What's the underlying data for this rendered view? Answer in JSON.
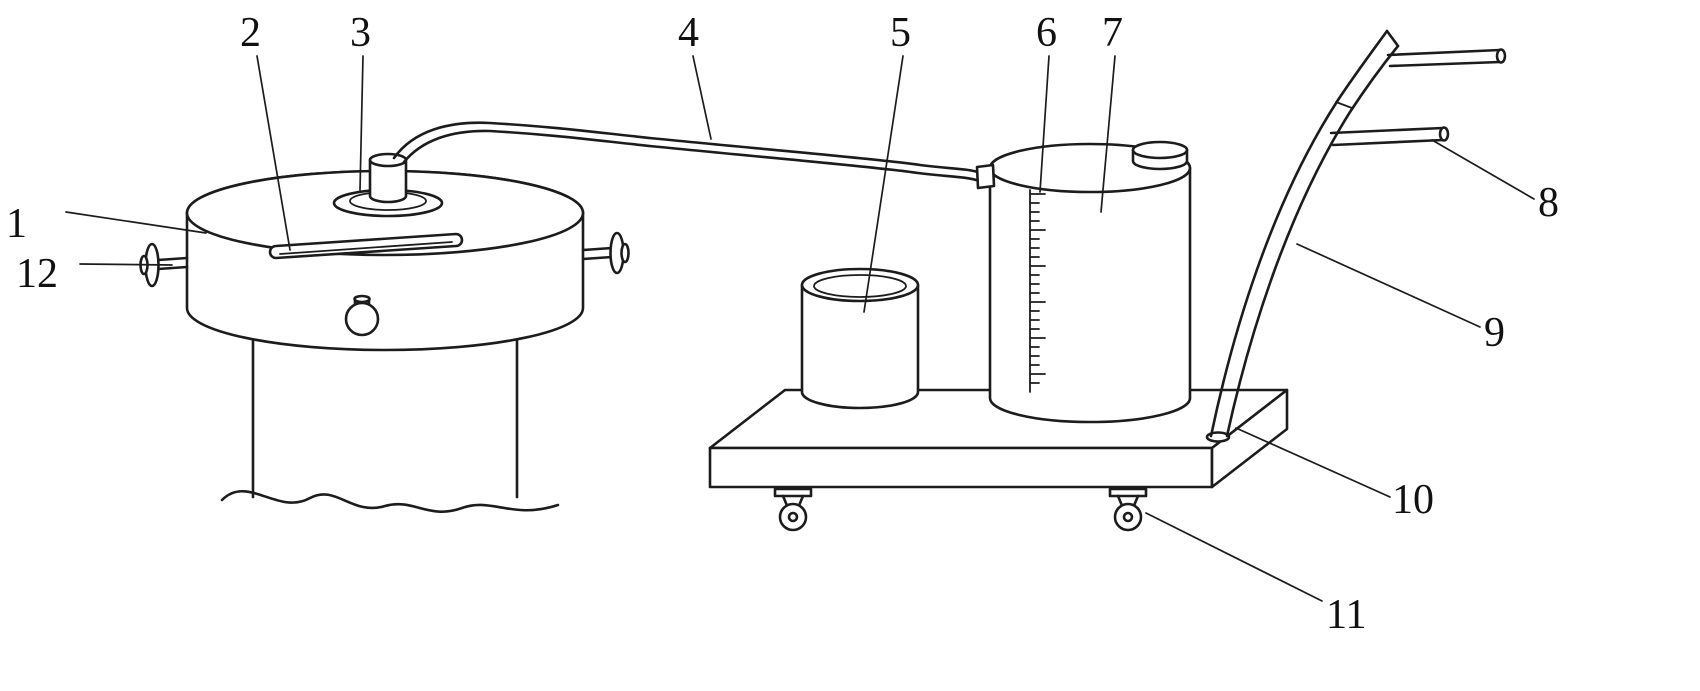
{
  "figure": {
    "type": "patent-line-drawing",
    "colors": {
      "line": "#1c1c1c",
      "background": "#ffffff"
    },
    "parts": {
      "1": "1",
      "2": "2",
      "3": "3",
      "4": "4",
      "5": "5",
      "6": "6",
      "7": "7",
      "8": "8",
      "9": "9",
      "10": "10",
      "11": "11",
      "12": "12"
    }
  }
}
